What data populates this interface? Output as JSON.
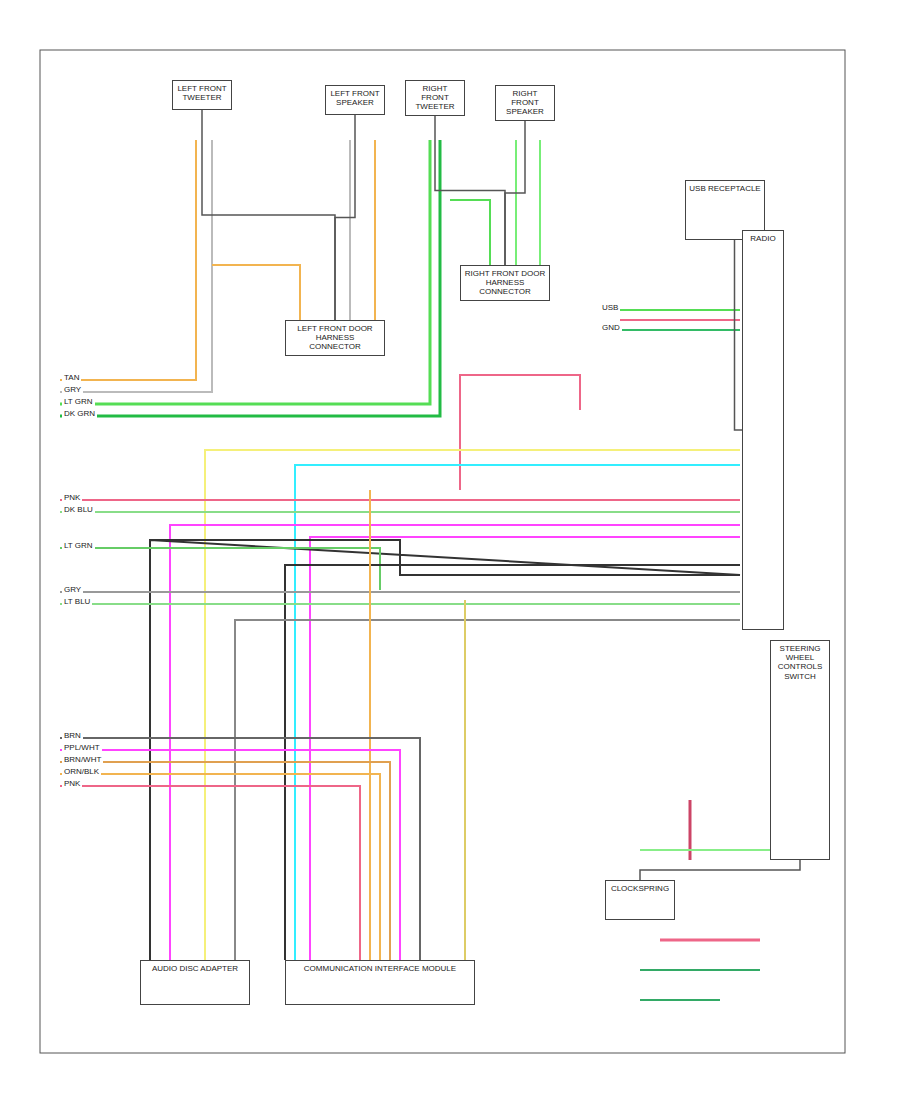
{
  "diagram": {
    "nodes": [
      {
        "text": [
          "LEFT FRONT TWEETER"
        ]
      },
      {
        "text": [
          "LEFT FRONT SPEAKER"
        ]
      },
      {
        "text": [
          "RIGHT FRONT TWEETER"
        ]
      },
      {
        "text": [
          "RIGHT FRONT SPEAKER"
        ]
      },
      {
        "text": [
          "LEFT FRONT DOOR HARNESS CONNECTOR"
        ]
      },
      {
        "text": [
          "RIGHT FRONT DOOR HARNESS CONNECTOR"
        ]
      },
      {
        "text": [
          "USB RECEPTACLE"
        ]
      },
      {
        "text": [
          "RADIO"
        ]
      },
      {
        "text": [
          "AUDIO DISC ADAPTER"
        ]
      },
      {
        "text": [
          "COMMUNICATION INTERFACE MODULE"
        ]
      },
      {
        "text": [
          "STEERING WHEEL CONTROLS SWITCH"
        ]
      },
      {
        "text": [
          "CLOCKSPRING"
        ]
      }
    ],
    "edges": [
      {
        "from": 0,
        "to": 4,
        "arrow": "none"
      },
      {
        "from": 1,
        "to": 4,
        "arrow": "none"
      },
      {
        "from": 2,
        "to": 5,
        "arrow": "none"
      },
      {
        "from": 3,
        "to": 5,
        "arrow": "none"
      },
      {
        "from": 6,
        "to": 7,
        "arrow": "none"
      },
      {
        "from": 11,
        "to": 10,
        "arrow": "none"
      }
    ],
    "labels": [
      "TAN",
      "GRY",
      "LT GRN",
      "DK GRN",
      "PNK",
      "DK BLU",
      "LT GRN",
      "GRY",
      "LT BLU",
      "BRN",
      "PPL/WHT",
      "BRN/WHT",
      "ORN/BLK",
      "PNK",
      "USB",
      "GND"
    ]
  }
}
